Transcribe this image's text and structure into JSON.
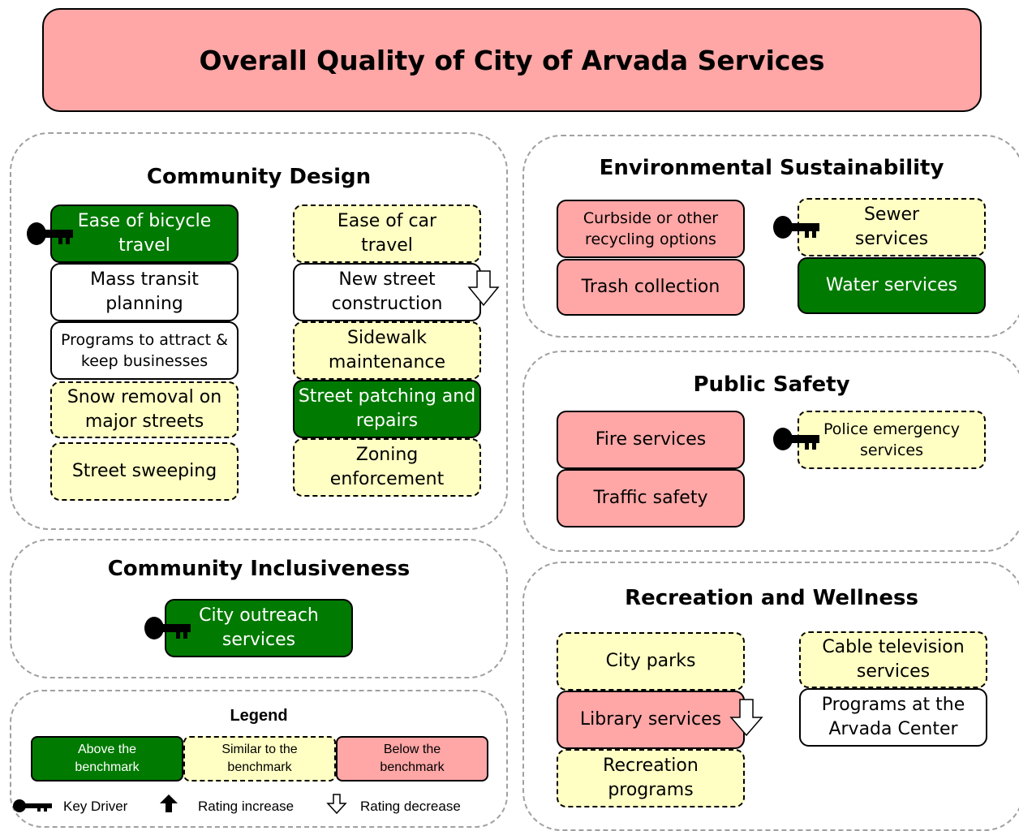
{
  "title": "Overall Quality of City of Arvada Services",
  "colors": {
    "above": "#007a00",
    "similar": "#ffffc4",
    "below": "#ffa6a6",
    "neutral": "#ffffff"
  },
  "panels": {
    "community_design": {
      "title": "Community Design",
      "items": {
        "bicycle": {
          "label": "Ease of bicycle travel",
          "status": "above",
          "key_driver": true
        },
        "car": {
          "label": "Ease of car travel",
          "status": "similar"
        },
        "mass_transit": {
          "label": "Mass transit planning",
          "status": "neutral"
        },
        "new_street": {
          "label": "New street construction",
          "status": "neutral",
          "trend": "decrease"
        },
        "businesses": {
          "label": "Programs to attract & keep businesses",
          "status": "neutral"
        },
        "sidewalk": {
          "label": "Sidewalk maintenance",
          "status": "similar"
        },
        "snow": {
          "label": "Snow removal on major streets",
          "status": "similar"
        },
        "patching": {
          "label": "Street patching and repairs",
          "status": "above"
        },
        "sweeping": {
          "label": "Street sweeping",
          "status": "similar"
        },
        "zoning": {
          "label": "Zoning enforcement",
          "status": "similar"
        }
      }
    },
    "community_inclusiveness": {
      "title": "Community Inclusiveness",
      "items": {
        "outreach": {
          "label": "City outreach services",
          "status": "above",
          "key_driver": true
        }
      }
    },
    "environmental_sustainability": {
      "title": "Environmental Sustainability",
      "items": {
        "recycling": {
          "label": "Curbside or other recycling options",
          "status": "below"
        },
        "sewer": {
          "label": "Sewer services",
          "status": "similar",
          "key_driver": true
        },
        "trash": {
          "label": "Trash collection",
          "status": "below"
        },
        "water": {
          "label": "Water services",
          "status": "above"
        }
      }
    },
    "public_safety": {
      "title": "Public Safety",
      "items": {
        "fire": {
          "label": "Fire services",
          "status": "below"
        },
        "police": {
          "label": "Police emergency services",
          "status": "similar",
          "key_driver": true
        },
        "traffic": {
          "label": "Traffic safety",
          "status": "below"
        }
      }
    },
    "recreation_wellness": {
      "title": "Recreation and Wellness",
      "items": {
        "parks": {
          "label": "City parks",
          "status": "similar"
        },
        "cable": {
          "label": "Cable television services",
          "status": "similar"
        },
        "library": {
          "label": "Library services",
          "status": "below",
          "trend": "decrease"
        },
        "arvada_center": {
          "label": "Programs at the Arvada Center",
          "status": "neutral"
        },
        "recreation": {
          "label": "Recreation programs",
          "status": "similar"
        }
      }
    }
  },
  "legend": {
    "title": "Legend",
    "above": "Above the benchmark",
    "similar": "Similar to the benchmark",
    "below": "Below the benchmark",
    "key_driver": "Key Driver",
    "increase": "Rating increase",
    "decrease": "Rating decrease"
  }
}
